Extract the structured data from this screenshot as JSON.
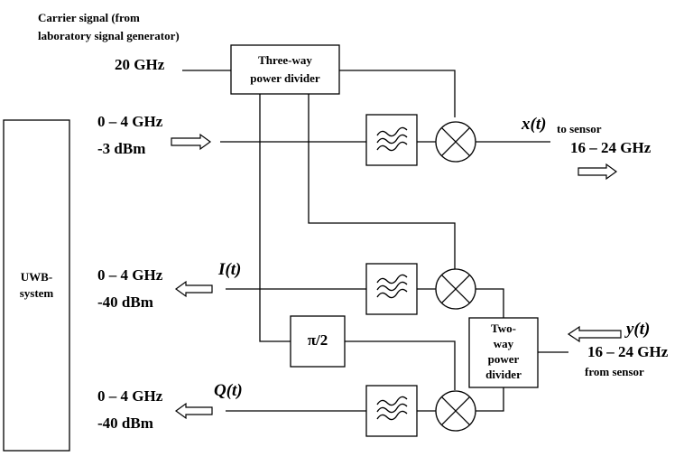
{
  "carrier": {
    "title_line1": "Carrier signal (from",
    "title_line2": "laboratory signal generator)",
    "freq": "20 GHz"
  },
  "three_way_divider": {
    "line1": "Three-way",
    "line2": "power divider"
  },
  "two_way_divider": {
    "line1": "Two-",
    "line2": "way",
    "line3": "power",
    "line4": "divider"
  },
  "uwb": {
    "line1": "UWB-",
    "line2": "system"
  },
  "tx_input": {
    "freq": "0 – 4 GHz",
    "power": "-3 dBm"
  },
  "i_output": {
    "freq": "0 – 4 GHz",
    "power": "-40 dBm",
    "signal": "I(t)"
  },
  "q_output": {
    "freq": "0 – 4 GHz",
    "power": "-40 dBm",
    "signal": "Q(t)"
  },
  "x_out": {
    "signal": "x(t)",
    "note": "to sensor",
    "freq": "16 – 24 GHz"
  },
  "y_in": {
    "signal": "y(t)",
    "freq": "16 – 24 GHz",
    "note": "from sensor"
  },
  "phase_shift": "π/2",
  "icons": [
    "lowpass-filter-icon",
    "mixer-icon",
    "arrow-icon"
  ]
}
